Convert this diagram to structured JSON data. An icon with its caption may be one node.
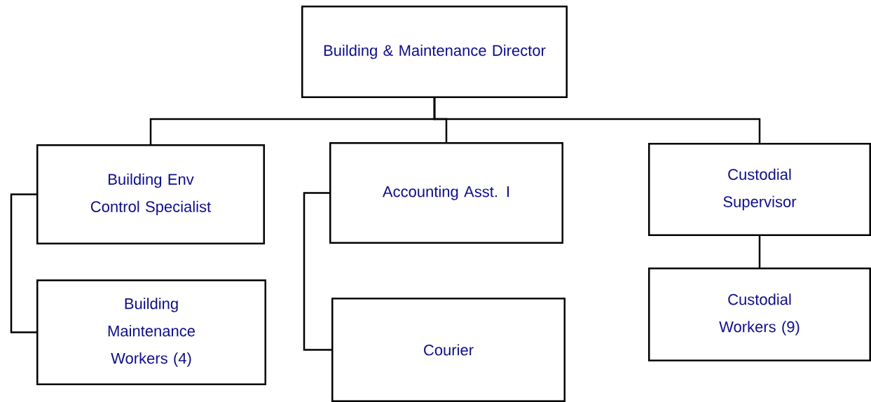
{
  "diagram": {
    "nodes": [
      {
        "text": [
          "Building & Maintenance Director"
        ]
      },
      {
        "text": [
          "Building Env Control Specialist"
        ]
      },
      {
        "text": [
          "Accounting Asst. I"
        ]
      },
      {
        "text": [
          "Custodial Supervisor"
        ]
      },
      {
        "text": [
          "Building Maintenance Workers (4)"
        ]
      },
      {
        "text": [
          "Courier"
        ]
      },
      {
        "text": [
          "Custodial Workers (9)"
        ]
      }
    ],
    "edges": [
      {
        "from": 0,
        "to": 1,
        "arrow": "none"
      },
      {
        "from": 0,
        "to": 2,
        "arrow": "none"
      },
      {
        "from": 0,
        "to": 3,
        "arrow": "none"
      },
      {
        "from": 1,
        "to": 4,
        "arrow": "none"
      },
      {
        "from": 2,
        "to": 5,
        "arrow": "none"
      },
      {
        "from": 3,
        "to": 6,
        "arrow": "none"
      }
    ]
  }
}
